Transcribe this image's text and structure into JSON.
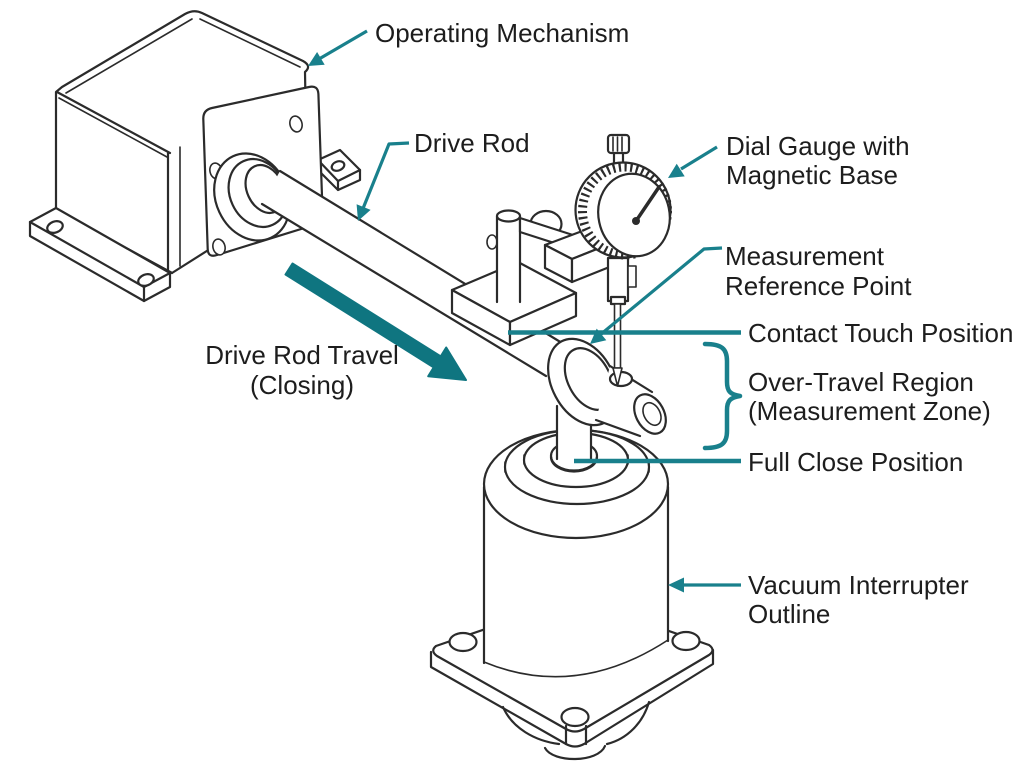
{
  "diagram": {
    "title_context": "Vacuum interrupter over-travel measurement setup",
    "colors": {
      "ink": "#2b2b2b",
      "accent_line": "#19808C",
      "accent_arrow": "#0F7580",
      "text": "#1d1d1d",
      "background": "#ffffff"
    },
    "labels": {
      "operating_mechanism": "Operating Mechanism",
      "drive_rod": "Drive Rod",
      "dial_gauge_line1": "Dial Gauge with",
      "dial_gauge_line2": "Magnetic Base",
      "measurement_ref_line1": "Measurement",
      "measurement_ref_line2": "Reference Point",
      "contact_touch": "Contact Touch Position",
      "over_travel_line1": "Over-Travel Region",
      "over_travel_line2": "(Measurement Zone)",
      "full_close": "Full Close Position",
      "vacuum_line1": "Vacuum Interrupter",
      "vacuum_line2": "Outline",
      "travel_line1": "Drive Rod Travel",
      "travel_line2": "(Closing)"
    }
  }
}
